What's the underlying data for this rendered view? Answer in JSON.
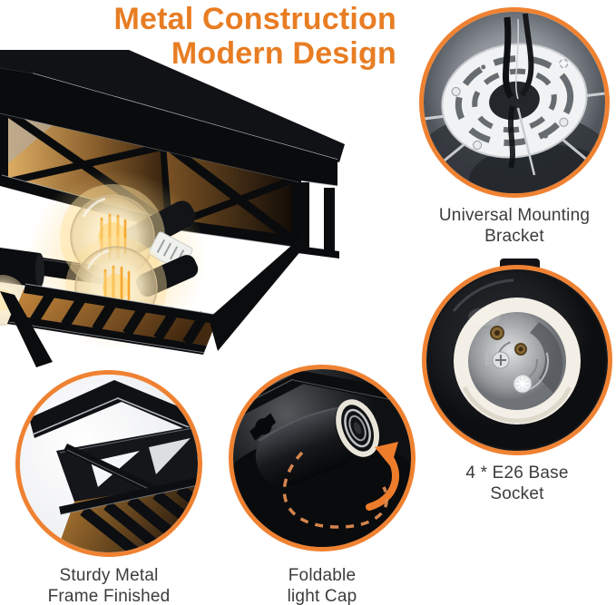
{
  "title": {
    "line1": "Metal Construction",
    "line2": "Modern Design"
  },
  "colors": {
    "accent_orange": "#E87D23",
    "ring_orange": "#EF8232",
    "arrow_orange": "#ED7D2B",
    "label_gray": "#3C3C3C",
    "background": "#FFFFFF",
    "warm_glow": "#FFE9AE"
  },
  "photos": {
    "main": "black-metal-cage-flush-mount-ceiling-light-with-two-lit-edison-bulbs",
    "callout_1": "universal-mounting-bracket-photo",
    "callout_2": "e26-base-socket-closeup-photo",
    "callout_3": "foldable-light-cap-socket-photo",
    "callout_4": "sturdy-metal-frame-corner-photo"
  },
  "callouts": [
    {
      "id": "universal-mounting-bracket",
      "label_line1": "Universal Mounting",
      "label_line2": "Bracket"
    },
    {
      "id": "e26-base-socket",
      "label_line1": "4 * E26 Base",
      "label_line2": "Socket"
    },
    {
      "id": "foldable-light-cap",
      "label_line1": "Foldable",
      "label_line2": "light Cap"
    },
    {
      "id": "sturdy-metal-frame",
      "label_line1": "Sturdy Metal",
      "label_line2": "Frame Finished"
    }
  ]
}
